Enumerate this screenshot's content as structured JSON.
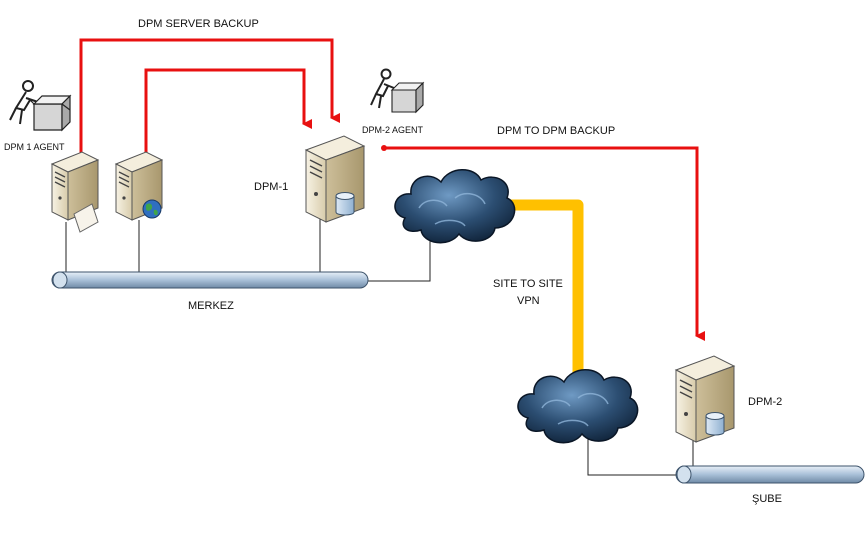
{
  "labels": {
    "dpm_server_backup": "DPM SERVER BACKUP",
    "dpm1_agent": "DPM 1 AGENT",
    "dpm2_agent": "DPM-2 AGENT",
    "dpm_to_dpm_backup": "DPM TO DPM BACKUP",
    "dpm1": "DPM-1",
    "dpm2": "DPM-2",
    "merkez": "MERKEZ",
    "sube": "ŞUBE",
    "vpn_line1": "SITE TO SITE",
    "vpn_line2": "VPN"
  },
  "colors": {
    "backup_arrow": "#e81010",
    "vpn_link": "#ffc000",
    "lan_bus": "#b9cde0",
    "cloud": "#1f3a57",
    "server_body": "#efe6cf",
    "database": "#b8cfe6"
  },
  "icons": [
    "agent-person-box-icon",
    "server-tower-icon",
    "database-icon",
    "globe-icon",
    "cloud-icon"
  ]
}
